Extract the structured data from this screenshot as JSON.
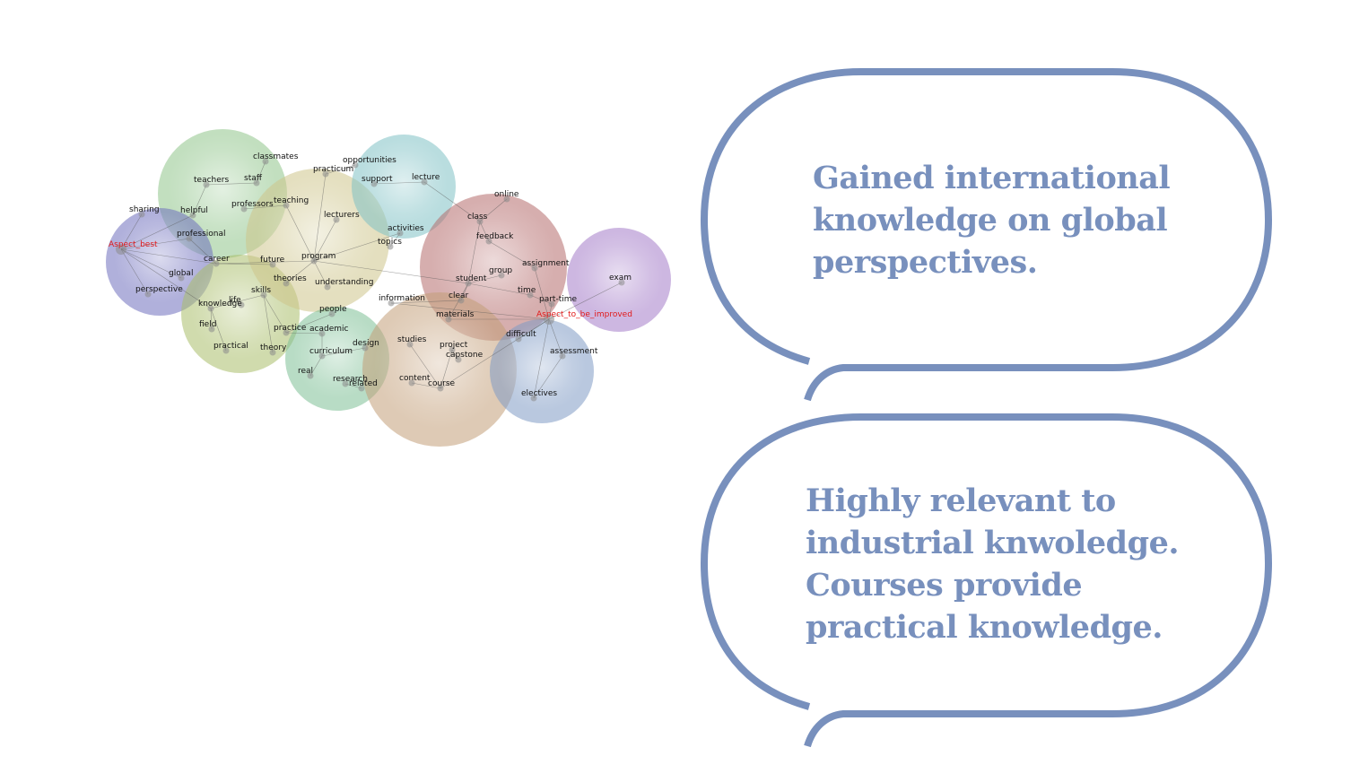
{
  "network": {
    "communities": [
      {
        "id": "green",
        "color": "#8fc48a"
      },
      {
        "id": "purple",
        "color": "#6f6fbe"
      },
      {
        "id": "olive",
        "color": "#a9bd6a"
      },
      {
        "id": "khaki",
        "color": "#cdc48a"
      },
      {
        "id": "teal",
        "color": "#7fc1c4"
      },
      {
        "id": "rose",
        "color": "#b56c6c"
      },
      {
        "id": "violet",
        "color": "#a47cc8"
      },
      {
        "id": "mint",
        "color": "#7dbf95"
      },
      {
        "id": "tan",
        "color": "#c29e78"
      },
      {
        "id": "blue",
        "color": "#7f9ac4"
      }
    ],
    "words": [
      {
        "text": "classmates",
        "type": "word"
      },
      {
        "text": "opportunities",
        "type": "word"
      },
      {
        "text": "practicum",
        "type": "word"
      },
      {
        "text": "teachers",
        "type": "word"
      },
      {
        "text": "staff",
        "type": "word"
      },
      {
        "text": "support",
        "type": "word"
      },
      {
        "text": "lecture",
        "type": "word"
      },
      {
        "text": "online",
        "type": "word"
      },
      {
        "text": "sharing",
        "type": "word"
      },
      {
        "text": "helpful",
        "type": "word"
      },
      {
        "text": "professors",
        "type": "word"
      },
      {
        "text": "teaching",
        "type": "word"
      },
      {
        "text": "lecturers",
        "type": "word"
      },
      {
        "text": "class",
        "type": "word"
      },
      {
        "text": "activities",
        "type": "word"
      },
      {
        "text": "feedback",
        "type": "word"
      },
      {
        "text": "Aspect_best",
        "type": "aspect"
      },
      {
        "text": "professional",
        "type": "word"
      },
      {
        "text": "topics",
        "type": "word"
      },
      {
        "text": "career",
        "type": "word"
      },
      {
        "text": "future",
        "type": "word"
      },
      {
        "text": "program",
        "type": "word"
      },
      {
        "text": "assignment",
        "type": "word"
      },
      {
        "text": "global",
        "type": "word"
      },
      {
        "text": "group",
        "type": "word"
      },
      {
        "text": "theories",
        "type": "word"
      },
      {
        "text": "student",
        "type": "word"
      },
      {
        "text": "exam",
        "type": "word"
      },
      {
        "text": "understanding",
        "type": "word"
      },
      {
        "text": "perspective",
        "type": "word"
      },
      {
        "text": "skills",
        "type": "word"
      },
      {
        "text": "time",
        "type": "word"
      },
      {
        "text": "information",
        "type": "word"
      },
      {
        "text": "clear",
        "type": "word"
      },
      {
        "text": "life",
        "type": "word"
      },
      {
        "text": "part-time",
        "type": "word"
      },
      {
        "text": "knowledge",
        "type": "word"
      },
      {
        "text": "people",
        "type": "word"
      },
      {
        "text": "Aspect_to_be_improved",
        "type": "aspect"
      },
      {
        "text": "materials",
        "type": "word"
      },
      {
        "text": "field",
        "type": "word"
      },
      {
        "text": "practice",
        "type": "word"
      },
      {
        "text": "academic",
        "type": "word"
      },
      {
        "text": "difficult",
        "type": "word"
      },
      {
        "text": "design",
        "type": "word"
      },
      {
        "text": "studies",
        "type": "word"
      },
      {
        "text": "project",
        "type": "word"
      },
      {
        "text": "practical",
        "type": "word"
      },
      {
        "text": "theory",
        "type": "word"
      },
      {
        "text": "curriculum",
        "type": "word"
      },
      {
        "text": "assessment",
        "type": "word"
      },
      {
        "text": "capstone",
        "type": "word"
      },
      {
        "text": "real",
        "type": "word"
      },
      {
        "text": "research",
        "type": "word"
      },
      {
        "text": "related",
        "type": "word"
      },
      {
        "text": "content",
        "type": "word"
      },
      {
        "text": "course",
        "type": "word"
      },
      {
        "text": "electives",
        "type": "word"
      }
    ]
  },
  "quotes": [
    {
      "lines": [
        "Gained international",
        "knowledge on global",
        "perspectives."
      ]
    },
    {
      "lines": [
        "Highly relevant to",
        "industrial knwoledge.",
        "Courses provide",
        "practical knowledge."
      ]
    }
  ]
}
